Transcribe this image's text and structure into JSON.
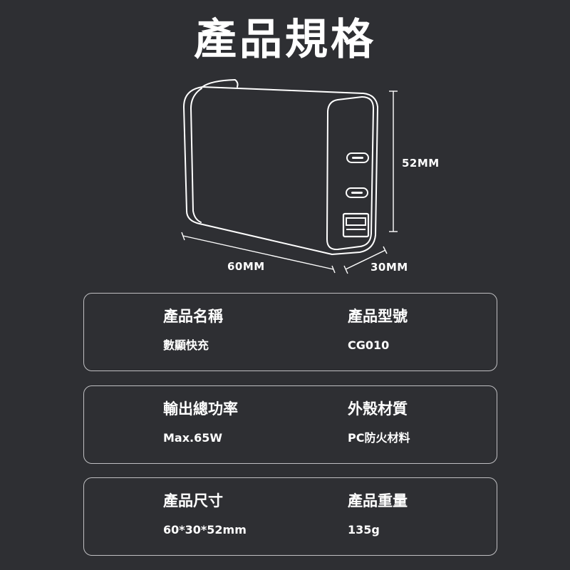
{
  "title": "產品規格",
  "dimensions": {
    "height_label": "52MM",
    "length_label": "60MM",
    "depth_label": "30MM"
  },
  "specs": [
    {
      "left": {
        "label": "產品名稱",
        "value": "數顯快充"
      },
      "right": {
        "label": "產品型號",
        "value": "CG010"
      }
    },
    {
      "left": {
        "label": "輸出總功率",
        "value": "Max.65W"
      },
      "right": {
        "label": "外殼材質",
        "value": "PC防火材料"
      }
    },
    {
      "left": {
        "label": "產品尺寸",
        "value": "60*30*52mm"
      },
      "right": {
        "label": "產品重量",
        "value": "135g"
      }
    }
  ],
  "colors": {
    "background": "#2e2f33",
    "text": "#ffffff",
    "card_border": "#bfbfc2"
  },
  "icons": [
    "charger-outline-icon",
    "usb-c-port-icon",
    "usb-a-port-icon"
  ]
}
